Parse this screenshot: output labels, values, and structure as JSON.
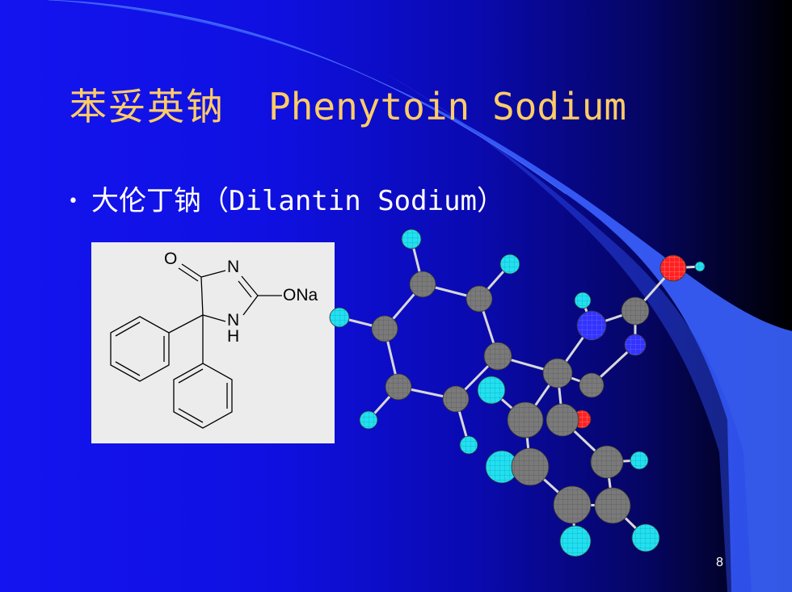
{
  "slide": {
    "title_cn": "苯妥英钠",
    "title_en": "Phenytoin Sodium",
    "bullet_cn": "大伦丁钠",
    "bullet_open": "（",
    "bullet_en": "Dilantin Sodium",
    "bullet_close": "）",
    "page_number": "8"
  },
  "structure": {
    "atom_o": "O",
    "atom_n_top": "N",
    "atom_ona": "ONa",
    "atom_n_bottom": "N",
    "atom_h": "H"
  },
  "colors": {
    "title": "#ffcc66",
    "text": "#ffffff",
    "background_start": "#1414f0",
    "background_end": "#000000",
    "carbon": "#808080",
    "hydrogen": "#22e0f0",
    "nitrogen": "#3333ff",
    "oxygen": "#ff2020"
  },
  "icons": {
    "bullet": "bullet-dot",
    "model": "ball-and-stick-molecule"
  }
}
